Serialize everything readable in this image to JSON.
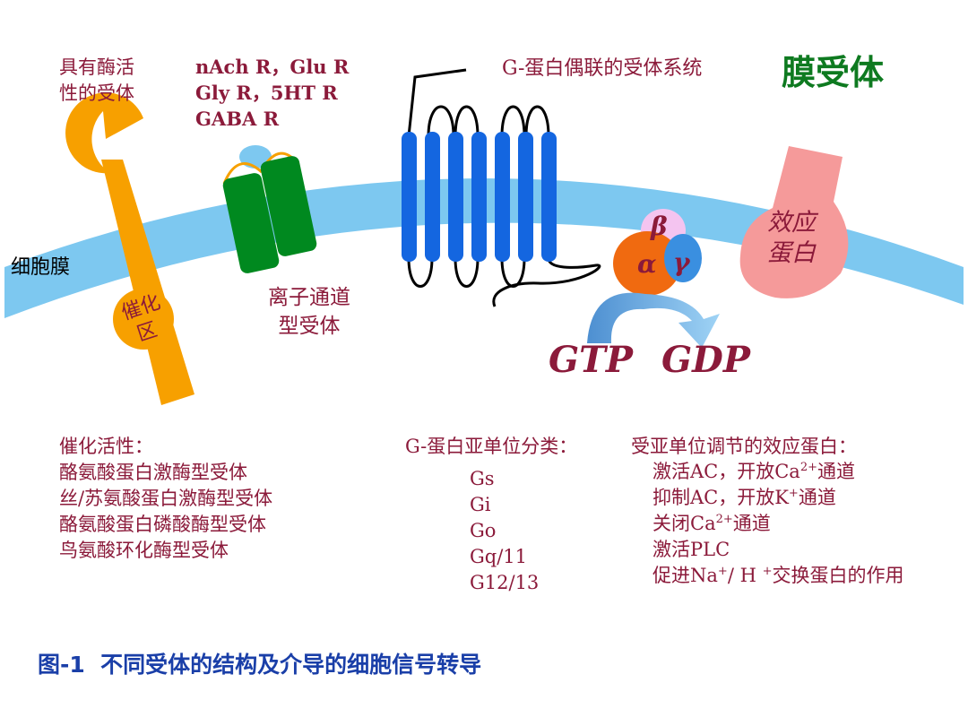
{
  "title": {
    "main": "膜受体",
    "caption": "图-1  不同受体的结构及介导的细胞信号转导"
  },
  "labels": {
    "enzyme_receptor": [
      "具有酶活",
      "性的受体"
    ],
    "ion_list": [
      "nAch R，Glu R",
      "Gly R，5HT  R",
      "GABA  R"
    ],
    "gpcr_system": "G-蛋白偶联的受体系统",
    "membrane": "细胞膜",
    "catalytic_domain": [
      "催化",
      "区"
    ],
    "ion_channel": [
      "离子通道",
      "型受体"
    ],
    "effector": [
      "效应",
      "蛋白"
    ],
    "g_beta": "β",
    "g_alpha": "α",
    "g_gamma": "γ",
    "gtp": "GTP",
    "gdp": "GDP"
  },
  "lists": {
    "catalytic_activity": {
      "heading": "催化活性：",
      "items": [
        "酪氨酸蛋白激酶型受体",
        "丝/苏氨酸蛋白激酶型受体",
        "酪氨酸蛋白磷酸酶型受体",
        "鸟氨酸环化酶型受体"
      ]
    },
    "g_subunits": {
      "heading": "G-蛋白亚单位分类：",
      "items": [
        "Gs",
        "Gi",
        "Go",
        "Gq/11",
        "G12/13"
      ]
    },
    "effectors": {
      "heading": "受亚单位调节的效应蛋白：",
      "items": [
        {
          "pre": "激活AC，开放Ca",
          "sup": "2+",
          "post": "通道"
        },
        {
          "pre": "抑制AC，开放K",
          "sup": "+",
          "post": "通道"
        },
        {
          "pre": "关闭Ca",
          "sup": "2+",
          "post": "通道"
        },
        {
          "pre": "激活PLC",
          "sup": "",
          "post": ""
        },
        {
          "pre": "促进Na",
          "sup": "+",
          "post": "/ H ",
          "sup2": "+",
          "post2": "交换蛋白的作用"
        }
      ]
    }
  },
  "colors": {
    "membrane": "#7dc8f0",
    "orange": "#f7a000",
    "green": "#00891f",
    "blue_helix": "#1466e0",
    "effector": "#f59a9a",
    "alpha": "#f06a10",
    "beta": "#f4c4f0",
    "gamma": "#3a8fe0",
    "text": "#8b1a3a",
    "title_green": "#0e7a20",
    "caption_blue": "#1a3fa8"
  }
}
